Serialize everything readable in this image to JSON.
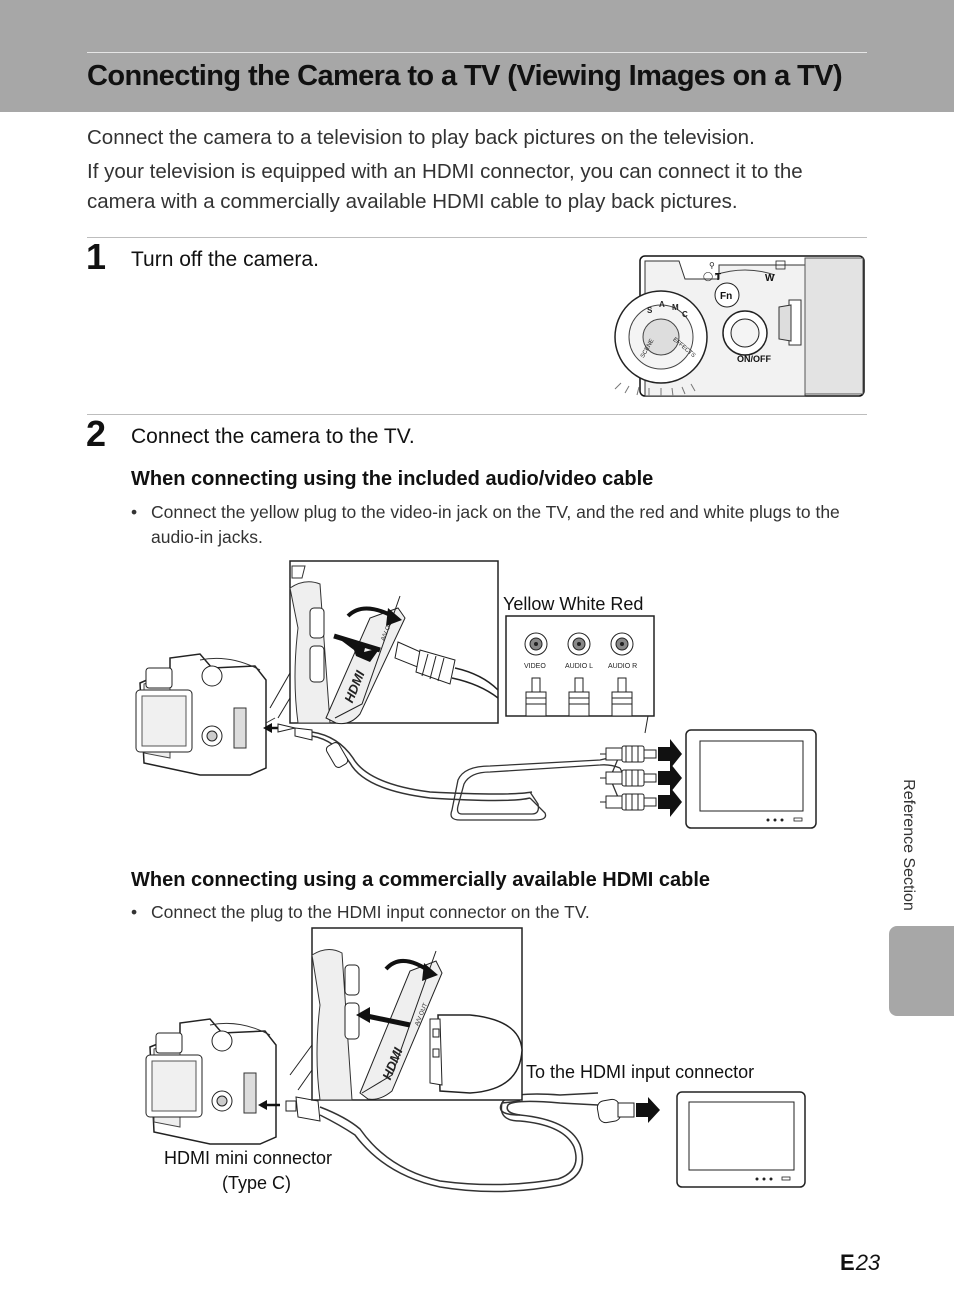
{
  "page": {
    "title": "Connecting the Camera to a TV (Viewing Images on a TV)",
    "intro": [
      "Connect the camera to a television to play back pictures on the television.",
      "If your television is equipped with an HDMI connector, you can connect it to the camera with a commercially available HDMI cable to play back pictures."
    ]
  },
  "steps": [
    {
      "number": "1",
      "text": "Turn off the camera."
    },
    {
      "number": "2",
      "text": "Connect the camera to the TV."
    }
  ],
  "sections": [
    {
      "heading": "When connecting using the included audio/video cable",
      "bullet": "Connect the yellow plug to the video-in jack on the TV, and the red and white plugs to the audio-in jacks.",
      "labels": {
        "colors": "Yellow White Red",
        "jacks": [
          "VIDEO",
          "AUDIO L",
          "AUDIO R"
        ]
      }
    },
    {
      "heading": "When connecting using a commercially available HDMI cable",
      "bullet": "Connect the plug to the HDMI input connector on the TV.",
      "labels": {
        "to_tv": "To the HDMI input connector",
        "mini_line1": "HDMI mini connector",
        "mini_line2": "(Type C)"
      }
    }
  ],
  "camera_top": {
    "labels": [
      "T",
      "W",
      "Fn",
      "ON/OFF",
      "SCENE",
      "EFFECTS",
      "S",
      "A",
      "M",
      "C"
    ]
  },
  "illustration_text": {
    "hdmi": "HDMI",
    "av_out": "A/V OUT"
  },
  "side_tab": {
    "text": "Reference Section"
  },
  "footer": {
    "prefix": "E",
    "number": "23"
  }
}
